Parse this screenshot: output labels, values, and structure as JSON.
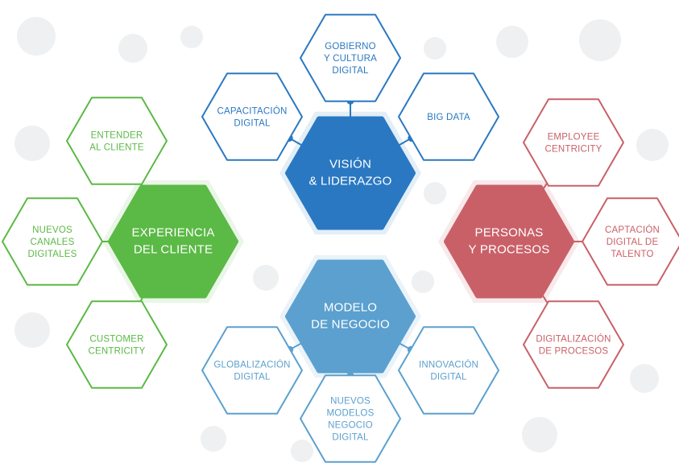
{
  "colors": {
    "blue_dark": "#2a78c2",
    "blue_light": "#5ba0cf",
    "green": "#5bb946",
    "red": "#c96068"
  },
  "clusters": {
    "vision": {
      "center": [
        "VISIÓN",
        "& LIDERAZGO"
      ],
      "nodes": [
        {
          "lines": [
            "CAPACITACIÓN",
            "DIGITAL"
          ]
        },
        {
          "lines": [
            "GOBIERNO",
            "Y CULTURA",
            "DIGITAL"
          ]
        },
        {
          "lines": [
            "BIG DATA"
          ]
        }
      ]
    },
    "modelo": {
      "center": [
        "MODELO",
        "DE NEGOCIO"
      ],
      "nodes": [
        {
          "lines": [
            "GLOBALIZACIÓN",
            "DIGITAL"
          ]
        },
        {
          "lines": [
            "NUEVOS",
            "MODELOS",
            "NEGOCIO",
            "DIGITAL"
          ]
        },
        {
          "lines": [
            "INNOVACIÓN",
            "DIGITAL"
          ]
        }
      ]
    },
    "cliente": {
      "center": [
        "EXPERIENCIA",
        "DEL CLIENTE"
      ],
      "nodes": [
        {
          "lines": [
            "ENTENDER",
            "AL CLIENTE"
          ]
        },
        {
          "lines": [
            "NUEVOS",
            "CANALES",
            "DIGITALES"
          ]
        },
        {
          "lines": [
            "CUSTOMER",
            "CENTRICITY"
          ]
        }
      ]
    },
    "personas": {
      "center": [
        "PERSONAS",
        "Y PROCESOS"
      ],
      "nodes": [
        {
          "lines": [
            "EMPLOYEE",
            "CENTRICITY"
          ]
        },
        {
          "lines": [
            "CAPTACIÓN",
            "DIGITAL DE",
            "TALENTO"
          ]
        },
        {
          "lines": [
            "DIGITALIZACIÓN",
            "DE PROCESOS"
          ]
        }
      ]
    }
  }
}
